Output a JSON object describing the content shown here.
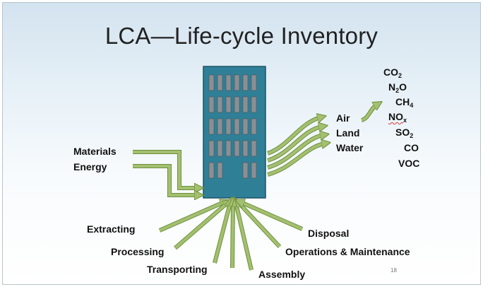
{
  "slide": {
    "title": "LCA—Life-cycle Inventory",
    "page_number": "18"
  },
  "inputs": {
    "materials": "Materials",
    "energy": "Energy"
  },
  "stages": {
    "extracting": "Extracting",
    "processing": "Processing",
    "transporting": "Transporting",
    "assembly": "Assembly",
    "operations": "Operations & Maintenance",
    "disposal": "Disposal"
  },
  "outputs": {
    "air": "Air",
    "land": "Land",
    "water": "Water"
  },
  "emissions": [
    {
      "base": "CO",
      "sub": "2",
      "tail": ""
    },
    {
      "base": "N",
      "sub": "2",
      "tail": "O"
    },
    {
      "base": "CH",
      "sub": "4",
      "tail": ""
    },
    {
      "base": "NO",
      "sub": "x",
      "tail": ""
    },
    {
      "base": "SO",
      "sub": "2",
      "tail": ""
    },
    {
      "base": "CO",
      "sub": "",
      "tail": ""
    },
    {
      "base": "VOC",
      "sub": "",
      "tail": ""
    }
  ],
  "colors": {
    "arrow_fill": "#a3c070",
    "arrow_stroke": "#6f8f3c",
    "building": "#2f7f97",
    "window": "#8a8f93",
    "title": "#222222"
  }
}
